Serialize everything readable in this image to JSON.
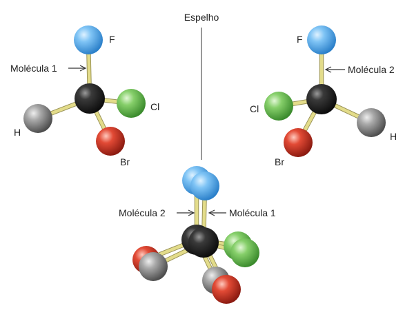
{
  "mirror_label": "Espelho",
  "molecule_labels": {
    "mol1": "Molécula 1",
    "mol2": "Molécula 2"
  },
  "atom_labels": {
    "fluorine": "F",
    "chlorine": "Cl",
    "hydrogen": "H",
    "bromine": "Br"
  },
  "colors": {
    "fluorine": "#5aaeee",
    "chlorine": "#66bb55",
    "hydrogen": "#8a8a8a",
    "bromine": "#d03a2a",
    "carbon": "#2a2a2a",
    "bond": "#e3dc8a"
  }
}
